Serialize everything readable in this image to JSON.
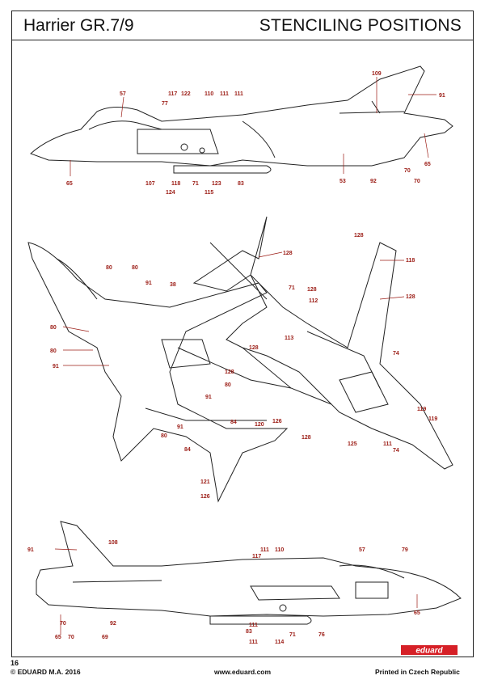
{
  "header": {
    "left_title": "Harrier GR.7/9",
    "right_title": "STENCILING POSITIONS"
  },
  "footer": {
    "page_number": "16",
    "copyright": "© EDUARD M.A. 2016",
    "website": "www.eduard.com",
    "printed": "Printed in Czech Republic",
    "logo_text": "eduard"
  },
  "colors": {
    "callout": "#9b1b14",
    "line": "#222222"
  },
  "views": {
    "top_side": {
      "callouts": [
        "57",
        "77",
        "117",
        "122",
        "110",
        "111",
        "111",
        "109",
        "91",
        "65",
        "107",
        "124",
        "118",
        "71",
        "115",
        "123",
        "83",
        "53",
        "92",
        "70",
        "70",
        "65"
      ]
    },
    "plan": {
      "callouts": [
        "80",
        "80",
        "91",
        "38",
        "80",
        "80",
        "91",
        "128",
        "128",
        "128",
        "71",
        "112",
        "113",
        "128",
        "118",
        "128",
        "80",
        "91",
        "128",
        "91",
        "80",
        "84",
        "120",
        "126",
        "84",
        "121",
        "126",
        "74",
        "128",
        "119",
        "119",
        "125",
        "111",
        "74"
      ]
    },
    "bottom_side": {
      "callouts": [
        "91",
        "108",
        "117",
        "111",
        "110",
        "57",
        "79",
        "70",
        "92",
        "83",
        "111",
        "114",
        "71",
        "76",
        "65",
        "65",
        "70",
        "69",
        "111"
      ]
    }
  }
}
